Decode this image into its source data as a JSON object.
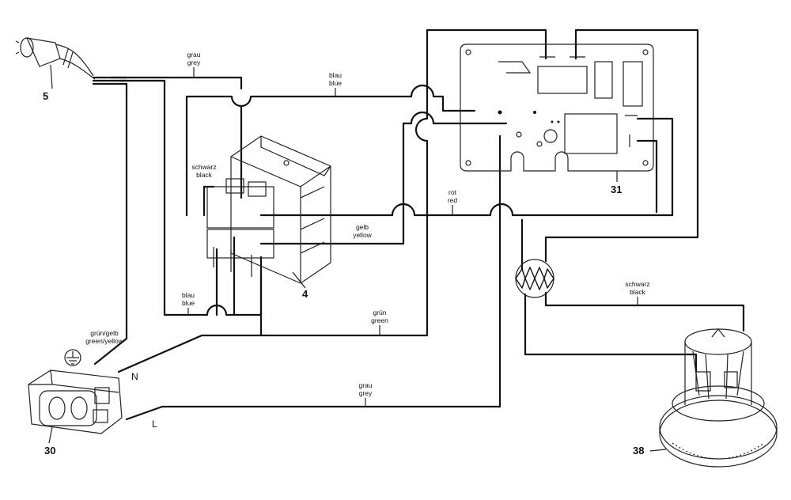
{
  "parts": {
    "plug": "5",
    "switch": "4",
    "board": "31",
    "socket": "30",
    "motor": "38"
  },
  "socket_terminals": {
    "n": "N",
    "l": "L"
  },
  "wires": {
    "grey_top": [
      "grau",
      "grey"
    ],
    "blue_top": [
      "blau",
      "blue"
    ],
    "black_switch": [
      "schwarz",
      "black"
    ],
    "red": [
      "rot",
      "red"
    ],
    "yellow": [
      "gelb",
      "yellow"
    ],
    "blue_bottom": [
      "blau",
      "blue"
    ],
    "green_yellow": [
      "grün/gelb",
      "green/yellow"
    ],
    "green": [
      "grün",
      "green"
    ],
    "black_motor": [
      "schwarz",
      "black"
    ],
    "grey_bottom": [
      "grau",
      "grey"
    ]
  },
  "icons": {
    "plug": "power-plug-icon",
    "earth": "earth-ground-icon",
    "switch": "rocker-switch-icon",
    "board": "circuit-board-icon",
    "socket": "power-socket-icon",
    "motor": "vacuum-motor-icon",
    "suppressor": "interference-suppressor-icon"
  }
}
